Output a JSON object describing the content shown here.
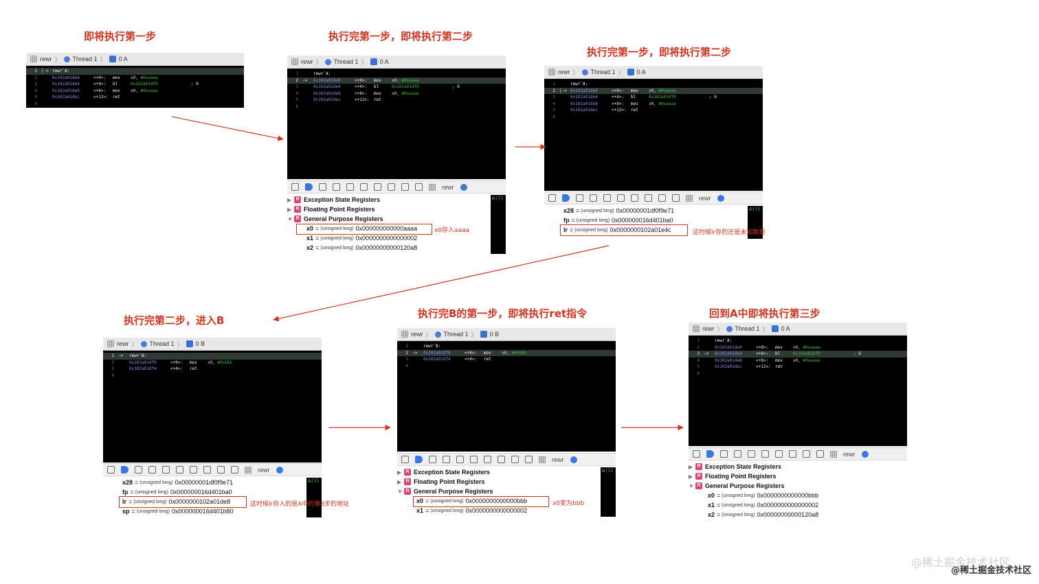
{
  "titles": [
    "即将执行第一步",
    "执行完第一步，即将执行第二步",
    "执行完第一步，即将执行第二步",
    "执行完第二步，进入B",
    "执行完B的第一步，即将执行ret指令",
    "回到A中即将执行第三步"
  ],
  "toolbar": {
    "project": "rewr",
    "thread": "Thread 1",
    "frame_a": "0 A",
    "frame_b": "0 B"
  },
  "code_a": {
    "header": "rewr`A:",
    "rows": [
      {
        "addr": "0x102a01de0",
        "off": "<+0>:",
        "op": "mov",
        "args": "x0,",
        "hex": "#0xaaaa",
        "comment": ""
      },
      {
        "addr": "0x102a01de4",
        "off": "<+4>:",
        "op": "bl",
        "args": "",
        "hex": "0x102a01df0",
        "comment": "; B"
      },
      {
        "addr": "0x102a01de8",
        "off": "<+8>:",
        "op": "mov",
        "args": "x0,",
        "hex": "#0xaaaa",
        "comment": ""
      },
      {
        "addr": "0x102a01dec",
        "off": "<+12>:",
        "op": "ret",
        "args": "",
        "hex": "",
        "comment": ""
      }
    ]
  },
  "code_b": {
    "header": "rewr`B:",
    "rows": [
      {
        "addr": "0x102a01df0",
        "off": "<+0>:",
        "op": "mov",
        "args": "x0,",
        "hex": "#0xbbb",
        "comment": ""
      },
      {
        "addr": "0x102a01df4",
        "off": "<+4>:",
        "op": "ret",
        "args": "",
        "hex": "",
        "comment": ""
      }
    ]
  },
  "markers": {
    "pc": "|->",
    "ret": "->"
  },
  "registers": {
    "exception": "Exception State Registers",
    "floating": "Floating Point Registers",
    "general": "General Purpose Registers",
    "type": "(unsigned long)"
  },
  "vars_panel2": [
    {
      "name": "x0",
      "value": "0x000000000000aaaa"
    },
    {
      "name": "x1",
      "value": "0x0000000000000002"
    },
    {
      "name": "x2",
      "value": "0x00000000000120a8"
    }
  ],
  "vars_panel3": [
    {
      "name": "x28",
      "value": "0x00000001df0f9e71"
    },
    {
      "name": "fp",
      "value": "0x000000016d401ba0"
    },
    {
      "name": "lr",
      "value": "0x0000000102a01e4c"
    }
  ],
  "vars_panel4": [
    {
      "name": "x28",
      "value": "0x00000001df0f9e71"
    },
    {
      "name": "fp",
      "value": "0x000000016d401ba0"
    },
    {
      "name": "lr",
      "value": "0x0000000102a01de8"
    },
    {
      "name": "sp",
      "value": "0x000000016d401b80"
    }
  ],
  "vars_panel5": [
    {
      "name": "x0",
      "value": "0x0000000000000bbb"
    },
    {
      "name": "x1",
      "value": "0x0000000000000002"
    }
  ],
  "vars_panel6": [
    {
      "name": "x0",
      "value": "0x0000000000000bbb"
    },
    {
      "name": "x1",
      "value": "0x0000000000000002"
    },
    {
      "name": "x2",
      "value": "0x00000000000120a8"
    }
  ],
  "notes": {
    "n2": "x0存入aaaa",
    "n3": "这时候lr存的还是未知数据",
    "n4": "这时候lr存入的是A中的第3步的地址",
    "n5": "x0变为bbb"
  },
  "console_text": "A(ll",
  "watermark": "@稀土掘金技术社区",
  "colors": {
    "accent": "#d0341e",
    "highlight_row": "#2e3a33",
    "address": "#8b8cf0",
    "hex_literal": "#3bbf3b",
    "register_badge": "#e0426e"
  }
}
